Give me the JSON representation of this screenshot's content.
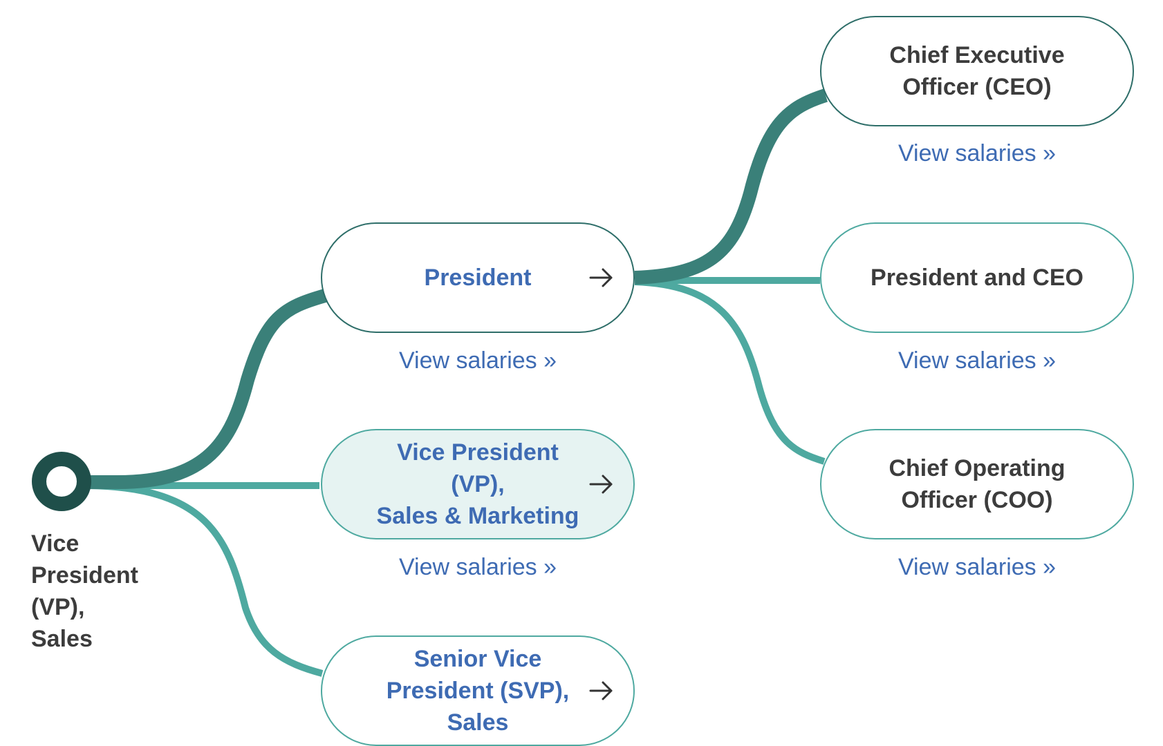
{
  "start": {
    "label": "Vice\nPresident\n(VP),\nSales"
  },
  "nodes": {
    "president": {
      "title": "President",
      "salary_link": "View salaries »"
    },
    "vp_sales_marketing": {
      "title": "Vice President (VP),\nSales & Marketing",
      "salary_link": "View salaries »"
    },
    "svp_sales": {
      "title": "Senior Vice\nPresident (SVP),\nSales"
    },
    "ceo": {
      "title": "Chief Executive\nOfficer (CEO)",
      "salary_link": "View salaries »"
    },
    "president_and_ceo": {
      "title": "President and CEO",
      "salary_link": "View salaries »"
    },
    "coo": {
      "title": "Chief Operating\nOfficer (COO)",
      "salary_link": "View salaries »"
    }
  },
  "colors": {
    "path_dark": "#3a8079",
    "path_light": "#4ea9a0",
    "start_ring": "#1f4f4a",
    "link_text": "#3e6bb3",
    "plain_text": "#3c3c3c",
    "current_fill": "#e6f3f2"
  },
  "icons": {
    "start": "start-node-icon",
    "next": "arrow-right-icon"
  }
}
